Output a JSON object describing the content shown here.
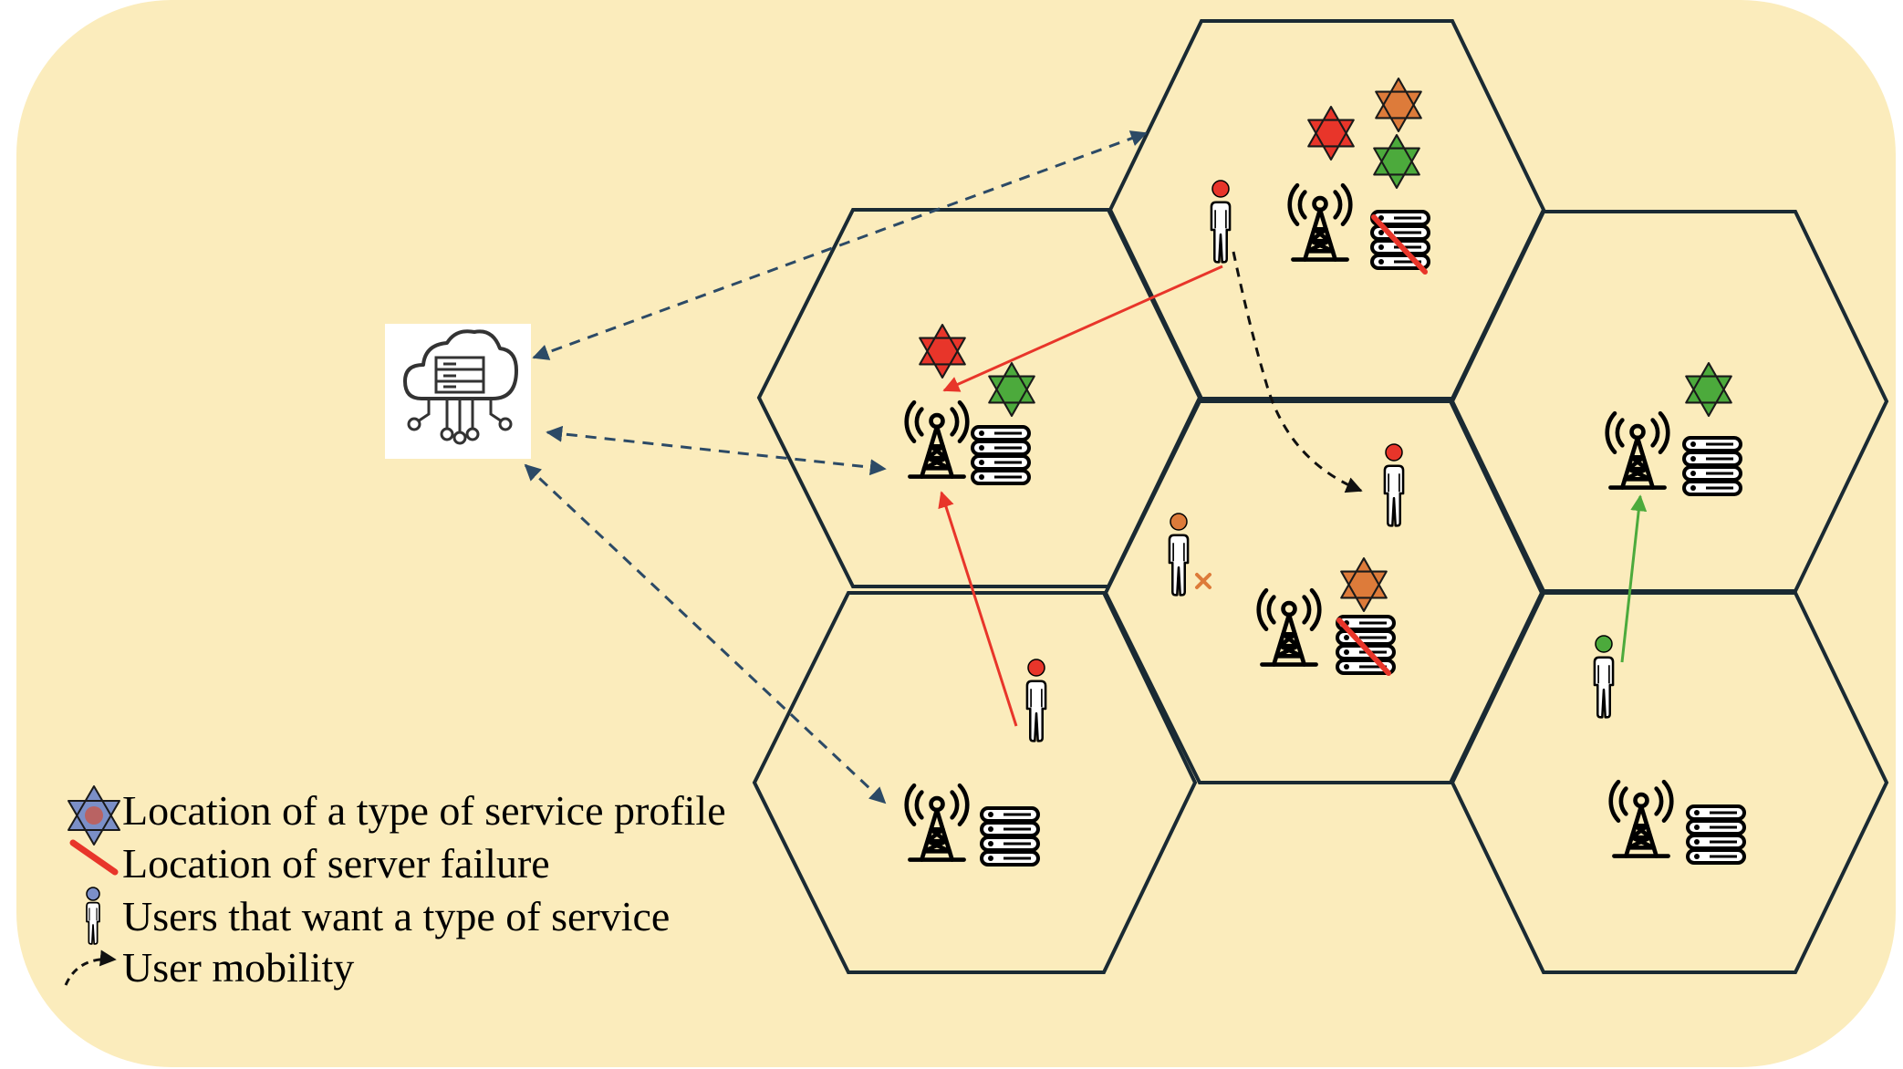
{
  "colors": {
    "background": "#fbecbc",
    "hex_stroke": "#1a2a33",
    "link_dashed": "#2c4a66",
    "mobility": "#111111",
    "red": "#e8352a",
    "orange": "#dd7b3a",
    "green": "#4caa3c",
    "user_red_head": "#e8352a",
    "user_orange_head": "#dd7b3a",
    "user_green_head": "#4caa3c",
    "failure_slash": "#e8352a"
  },
  "icons": {
    "cloud": "cloud-server-icon",
    "tower": "cell-tower-icon",
    "server": "server-rack-icon",
    "user": "user-icon",
    "star": "star-of-david-icon",
    "failure": "failure-slash-icon"
  },
  "legend": {
    "service_profile": "Location of a type of service profile",
    "server_failure": "Location of server failure",
    "users": "Users that want a type of service",
    "mobility": "User mobility"
  }
}
